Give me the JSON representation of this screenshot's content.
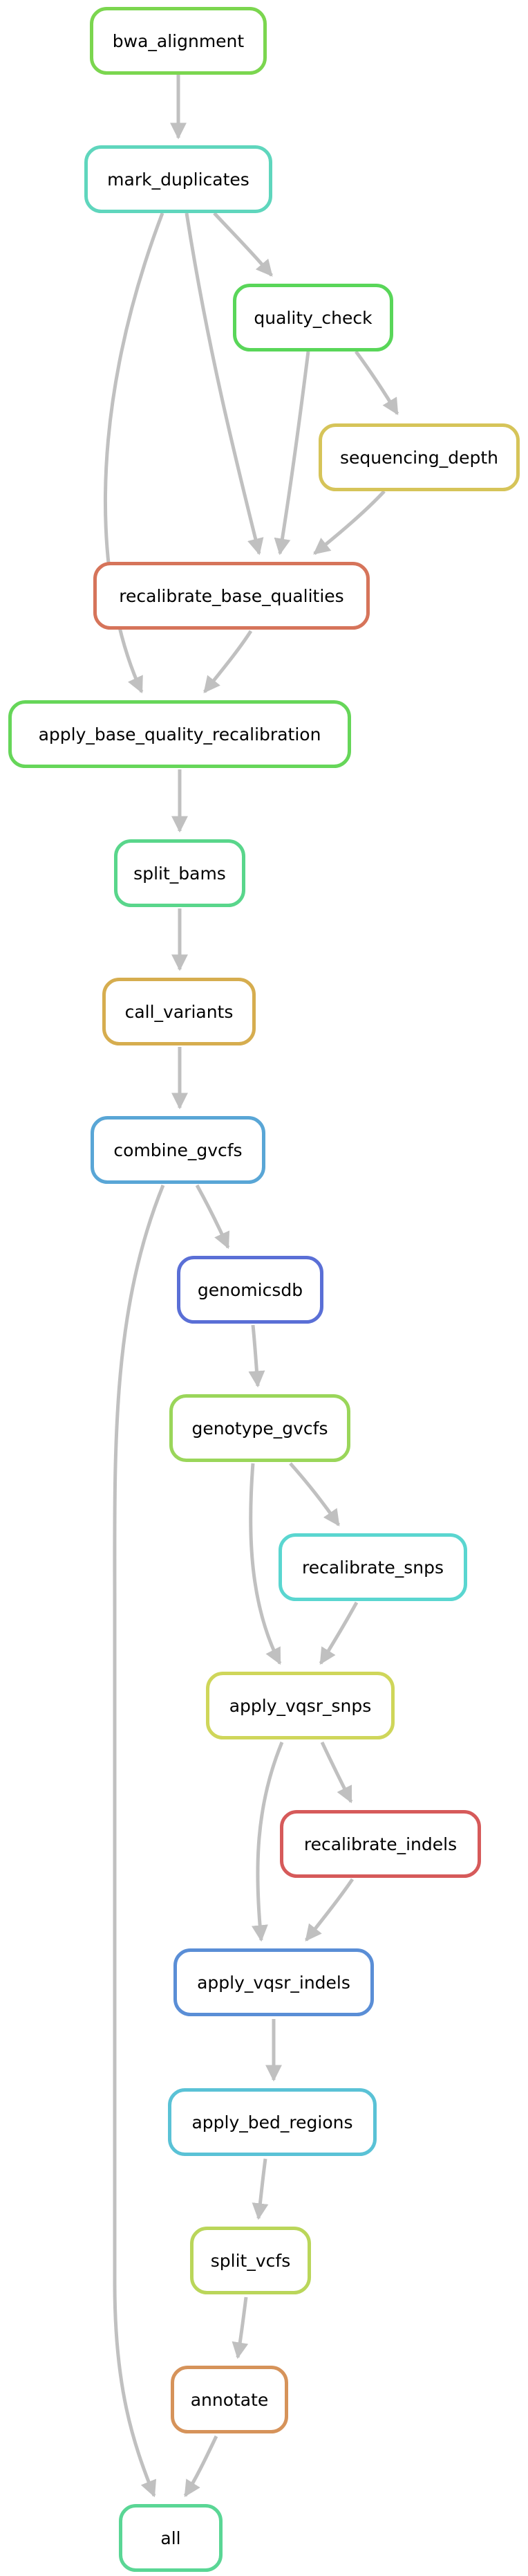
{
  "edge_color": "#c0c0c0",
  "nodes": [
    {
      "id": "bwa_alignment",
      "label": "bwa_alignment",
      "color": "#7bd64f"
    },
    {
      "id": "mark_duplicates",
      "label": "mark_duplicates",
      "color": "#5fd6bd"
    },
    {
      "id": "quality_check",
      "label": "quality_check",
      "color": "#59d659"
    },
    {
      "id": "sequencing_depth",
      "label": "sequencing_depth",
      "color": "#d6c459"
    },
    {
      "id": "recalibrate_base_qualities",
      "label": "recalibrate_base_qualities",
      "color": "#d6745a"
    },
    {
      "id": "apply_base_quality_recalibration",
      "label": "apply_base_quality_recalibration",
      "color": "#66d659"
    },
    {
      "id": "split_bams",
      "label": "split_bams",
      "color": "#59d68b"
    },
    {
      "id": "call_variants",
      "label": "call_variants",
      "color": "#d6ad4f"
    },
    {
      "id": "combine_gvcfs",
      "label": "combine_gvcfs",
      "color": "#59a6d6"
    },
    {
      "id": "genomicsdb",
      "label": "genomicsdb",
      "color": "#5a6fd6"
    },
    {
      "id": "genotype_gvcfs",
      "label": "genotype_gvcfs",
      "color": "#9ad65a"
    },
    {
      "id": "recalibrate_snps",
      "label": "recalibrate_snps",
      "color": "#5ad6d0"
    },
    {
      "id": "apply_vqsr_snps",
      "label": "apply_vqsr_snps",
      "color": "#cfd65a"
    },
    {
      "id": "recalibrate_indels",
      "label": "recalibrate_indels",
      "color": "#d65a5a"
    },
    {
      "id": "apply_vqsr_indels",
      "label": "apply_vqsr_indels",
      "color": "#5a8ed6"
    },
    {
      "id": "apply_bed_regions",
      "label": "apply_bed_regions",
      "color": "#5ac2d6"
    },
    {
      "id": "split_vcfs",
      "label": "split_vcfs",
      "color": "#bad65a"
    },
    {
      "id": "annotate",
      "label": "annotate",
      "color": "#d6935a"
    },
    {
      "id": "all",
      "label": "all",
      "color": "#5ad695"
    }
  ],
  "edges": [
    {
      "from": "bwa_alignment",
      "to": "mark_duplicates"
    },
    {
      "from": "mark_duplicates",
      "to": "quality_check"
    },
    {
      "from": "quality_check",
      "to": "sequencing_depth"
    },
    {
      "from": "mark_duplicates",
      "to": "recalibrate_base_qualities"
    },
    {
      "from": "quality_check",
      "to": "recalibrate_base_qualities"
    },
    {
      "from": "sequencing_depth",
      "to": "recalibrate_base_qualities"
    },
    {
      "from": "mark_duplicates",
      "to": "apply_base_quality_recalibration"
    },
    {
      "from": "recalibrate_base_qualities",
      "to": "apply_base_quality_recalibration"
    },
    {
      "from": "apply_base_quality_recalibration",
      "to": "split_bams"
    },
    {
      "from": "split_bams",
      "to": "call_variants"
    },
    {
      "from": "call_variants",
      "to": "combine_gvcfs"
    },
    {
      "from": "combine_gvcfs",
      "to": "genomicsdb"
    },
    {
      "from": "genomicsdb",
      "to": "genotype_gvcfs"
    },
    {
      "from": "genotype_gvcfs",
      "to": "recalibrate_snps"
    },
    {
      "from": "genotype_gvcfs",
      "to": "apply_vqsr_snps"
    },
    {
      "from": "recalibrate_snps",
      "to": "apply_vqsr_snps"
    },
    {
      "from": "apply_vqsr_snps",
      "to": "recalibrate_indels"
    },
    {
      "from": "apply_vqsr_snps",
      "to": "apply_vqsr_indels"
    },
    {
      "from": "recalibrate_indels",
      "to": "apply_vqsr_indels"
    },
    {
      "from": "apply_vqsr_indels",
      "to": "apply_bed_regions"
    },
    {
      "from": "apply_bed_regions",
      "to": "split_vcfs"
    },
    {
      "from": "split_vcfs",
      "to": "annotate"
    },
    {
      "from": "annotate",
      "to": "all"
    },
    {
      "from": "combine_gvcfs",
      "to": "all"
    }
  ]
}
